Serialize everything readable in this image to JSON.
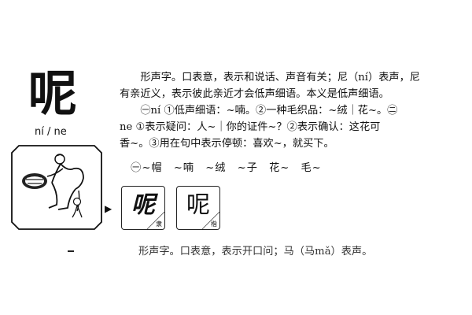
{
  "entry": {
    "character": "呢",
    "pinyin": "ní / ne",
    "paragraphs": [
      "　　形声字。口表意，表示和说话、声音有关；尼（ní）表声，尼\n有亲近义，表示彼此亲近才会低声细语。本义是低声细语。",
      "　　㊀ní ①低声细语：~喃。②一种毛织品：~绒｜花~。㊁\nne ①表示疑问：人~｜你的证件~？②表示确认：这花可\n香~。③用在句中表示停顿：喜欢~，就买下。",
      "　㊀~帽　~喃　~绒　~子　花~　毛~"
    ],
    "next_entry_fragment": "形声字。口表意，表示开口问；马（马mǎ）表声。"
  },
  "script_forms": [
    {
      "glyph": "呢",
      "label": "隶"
    },
    {
      "glyph": "呢",
      "label": "楷"
    }
  ],
  "icons": {
    "arrow": "▶",
    "illustration": "whispering-person-icon"
  }
}
